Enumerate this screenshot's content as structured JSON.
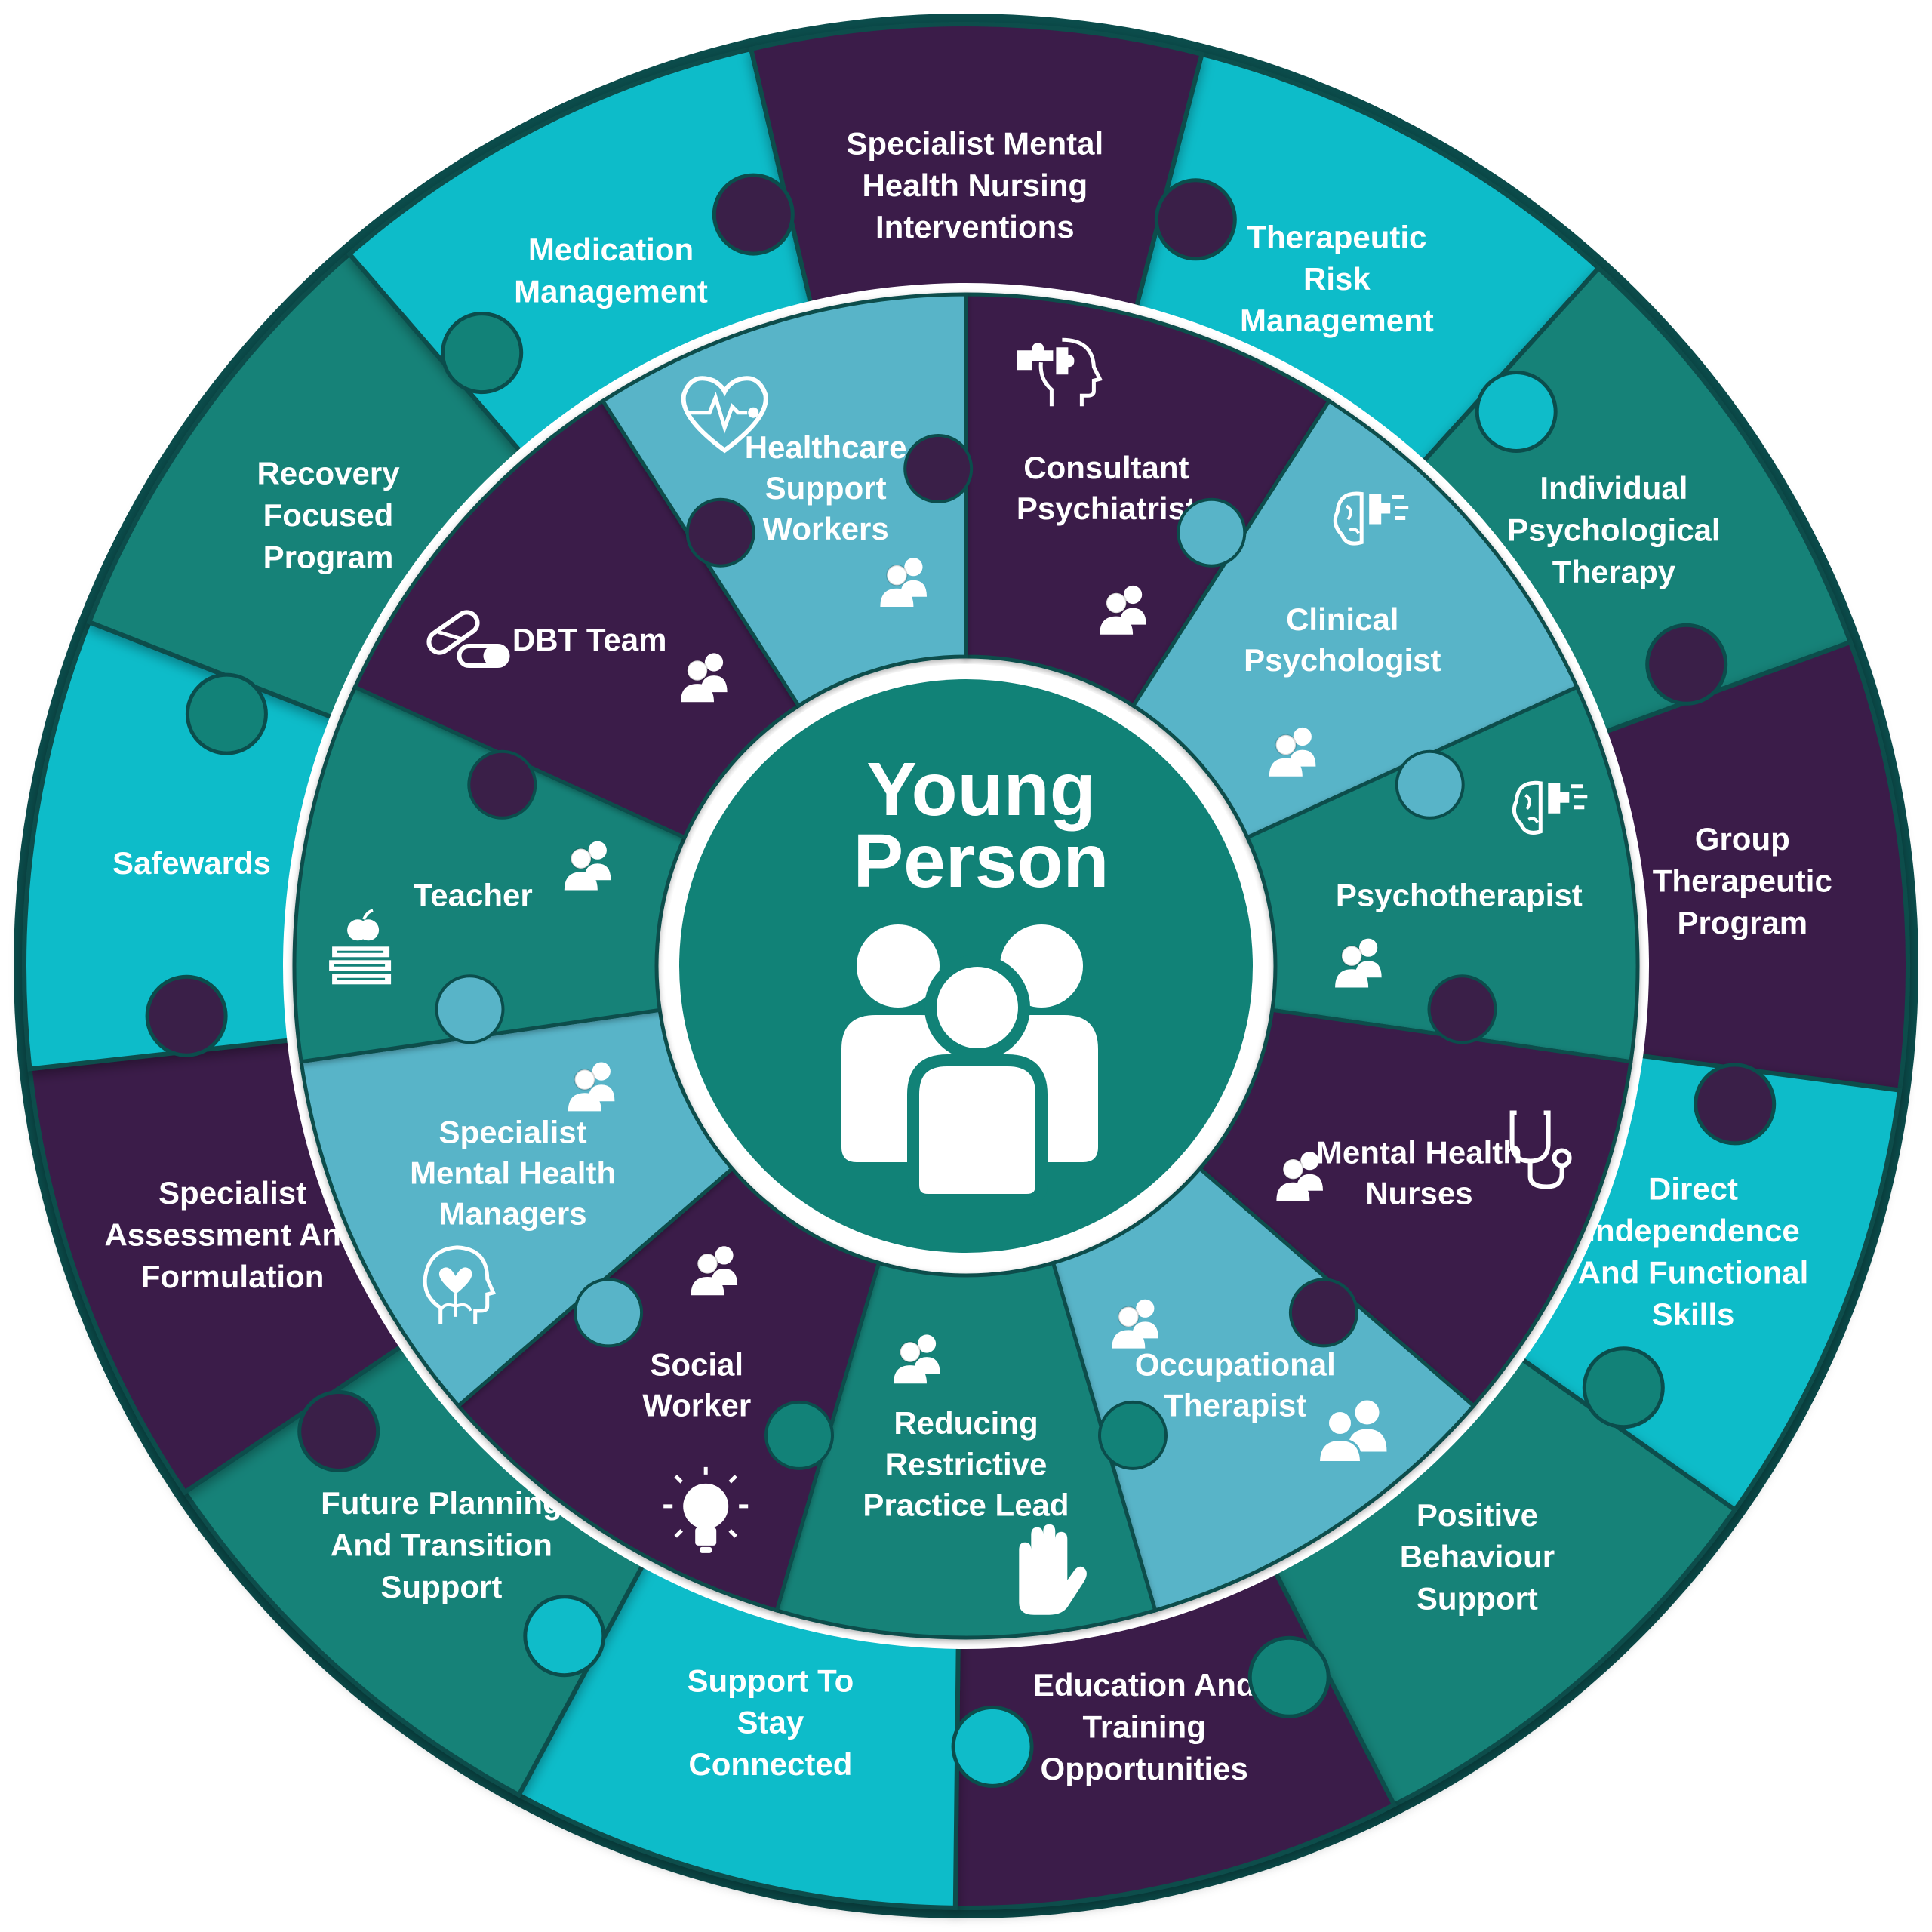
{
  "center": {
    "title_lines": [
      "Young",
      "Person"
    ],
    "icon": "group-people-icon"
  },
  "colors": {
    "purple": "#3a1f48",
    "teal": "#128278",
    "cyan": "#0fbcc9",
    "lightblue": "#58b4c8",
    "outline": "#0b4d4c",
    "center": "#118277",
    "white": "#ffffff"
  },
  "inner_ring": [
    {
      "id": "consultant-psychiatrist",
      "lines": [
        "Consultant",
        "Psychiatrist"
      ],
      "color": "purple",
      "icons": [
        "puzzle-head-icon",
        "people-icon"
      ]
    },
    {
      "id": "clinical-psychologist",
      "lines": [
        "Clinical",
        "Psychologist"
      ],
      "color": "lightblue",
      "icons": [
        "brain-icon",
        "people-icon"
      ]
    },
    {
      "id": "psychotherapist",
      "lines": [
        "Psychotherapist"
      ],
      "color": "teal",
      "icons": [
        "brain-icon",
        "people-icon"
      ]
    },
    {
      "id": "mental-health-nurses",
      "lines": [
        "Mental Health",
        "Nurses"
      ],
      "color": "purple",
      "icons": [
        "stethoscope-icon",
        "people-icon"
      ]
    },
    {
      "id": "occupational-therapist",
      "lines": [
        "Occupational",
        "Therapist"
      ],
      "color": "lightblue",
      "icons": [
        "doctor-nurse-icon",
        "people-icon"
      ]
    },
    {
      "id": "reducing-restrictive-practice-lead",
      "lines": [
        "Reducing",
        "Restrictive",
        "Practice Lead"
      ],
      "color": "teal",
      "icons": [
        "hand-stop-icon",
        "people-icon"
      ]
    },
    {
      "id": "social-worker",
      "lines": [
        "Social",
        "Worker"
      ],
      "color": "purple",
      "icons": [
        "lightbulb-icon",
        "people-icon"
      ]
    },
    {
      "id": "specialist-mental-health-managers",
      "lines": [
        "Specialist",
        "Mental Health",
        "Managers"
      ],
      "color": "lightblue",
      "icons": [
        "heart-head-icon",
        "people-icon"
      ]
    },
    {
      "id": "teacher",
      "lines": [
        "Teacher"
      ],
      "color": "teal",
      "icons": [
        "apple-books-icon",
        "people-icon"
      ]
    },
    {
      "id": "dbt-team",
      "lines": [
        "DBT Team"
      ],
      "color": "purple",
      "icons": [
        "pills-icon",
        "people-icon"
      ]
    },
    {
      "id": "healthcare-support-workers",
      "lines": [
        "Healthcare",
        "Support",
        "Workers"
      ],
      "color": "lightblue",
      "icons": [
        "heart-pulse-icon",
        "people-icon"
      ]
    }
  ],
  "outer_ring": [
    {
      "id": "therapeutic-risk-management",
      "lines": [
        "Therapeutic",
        "Risk",
        "Management"
      ],
      "color": "cyan"
    },
    {
      "id": "individual-psychological-therapy",
      "lines": [
        "Individual",
        "Psychological",
        "Therapy"
      ],
      "color": "teal"
    },
    {
      "id": "group-therapeutic-program",
      "lines": [
        "Group",
        "Therapeutic",
        "Program"
      ],
      "color": "purple"
    },
    {
      "id": "direct-independence-and-functional-skills",
      "lines": [
        "Direct",
        "Independence",
        "And Functional",
        "Skills"
      ],
      "color": "cyan"
    },
    {
      "id": "positive-behaviour-support",
      "lines": [
        "Positive",
        "Behaviour",
        "Support"
      ],
      "color": "teal"
    },
    {
      "id": "education-and-training-opportunities",
      "lines": [
        "Education And",
        "Training",
        "Opportunities"
      ],
      "color": "purple"
    },
    {
      "id": "support-to-stay-connected",
      "lines": [
        "Support To",
        "Stay",
        "Connected"
      ],
      "color": "cyan"
    },
    {
      "id": "future-planning-and-transition-support",
      "lines": [
        "Future Planning",
        "And Transition",
        "Support"
      ],
      "color": "teal"
    },
    {
      "id": "specialist-assessment-and-formulation",
      "lines": [
        "Specialist",
        "Assessment And",
        "Formulation"
      ],
      "color": "purple"
    },
    {
      "id": "safewards",
      "lines": [
        "Safewards"
      ],
      "color": "cyan"
    },
    {
      "id": "recovery-focused-program",
      "lines": [
        "Recovery",
        "Focused",
        "Program"
      ],
      "color": "teal"
    },
    {
      "id": "medication-management",
      "lines": [
        "Medication",
        "Management"
      ],
      "color": "cyan"
    },
    {
      "id": "specialist-mental-health-nursing-interventions",
      "lines": [
        "Specialist Mental",
        "Health Nursing",
        "Interventions"
      ],
      "color": "purple"
    }
  ]
}
